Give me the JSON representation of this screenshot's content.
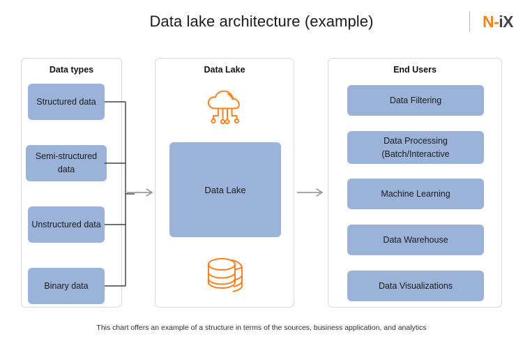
{
  "header": {
    "title": "Data lake architecture (example)",
    "logo": {
      "name": "n-ix-logo",
      "part_orange": "N-",
      "part_dark": "iX",
      "color_orange": "#f58220",
      "color_dark": "#3f4347"
    }
  },
  "theme": {
    "box_blue": "#9bb3d9",
    "panel_border": "#d6d9dd",
    "accent_orange": "#f58220",
    "arrow_gray": "#8c8c8c",
    "bracket_black": "#1c1c1c",
    "text": "#1b1b1b",
    "background": "#ffffff"
  },
  "panels": [
    {
      "id": "data-types",
      "title": "Data types",
      "boxes": [
        {
          "label": "Structured data"
        },
        {
          "label": "Semi-structured data"
        },
        {
          "label": "Unstructured data"
        },
        {
          "label": "Binary  data"
        }
      ]
    },
    {
      "id": "data-lake",
      "title": "Data Lake",
      "cloud_icon": "cloud-iot-icon",
      "center_box": {
        "label": "Data Lake"
      },
      "database_icon": "database-stack-icon"
    },
    {
      "id": "end-users",
      "title": "End Users",
      "boxes": [
        {
          "label": "Data Filtering"
        },
        {
          "label": "Data Processing (Batch/Interactive"
        },
        {
          "label": "Machine Learning"
        },
        {
          "label": "Data Warehouse"
        },
        {
          "label": "Data Visualizations"
        }
      ]
    }
  ],
  "arrows": [
    {
      "name": "arrow-datatypes-to-datalake"
    },
    {
      "name": "arrow-datalake-to-endusers"
    }
  ],
  "caption": "This chart offers an example of a structure in terms of the sources, business application, and analytics",
  "chart_data": {
    "type": "diagram",
    "title": "Data lake architecture (example)",
    "subtitle": "This chart offers an example of a structure in terms of the sources, business application, and analytics",
    "stages": [
      "Data types",
      "Data Lake",
      "End Users"
    ],
    "nodes": {
      "Data types": [
        "Structured data",
        "Semi-structured data",
        "Unstructured data",
        "Binary  data"
      ],
      "Data Lake": [
        "Data Lake"
      ],
      "End Users": [
        "Data Filtering",
        "Data Processing (Batch/Interactive",
        "Machine Learning",
        "Data Warehouse",
        "Data Visualizations"
      ]
    },
    "flows": [
      {
        "from": "Data types",
        "to": "Data Lake"
      },
      {
        "from": "Data Lake",
        "to": "End Users"
      }
    ],
    "legend": []
  }
}
